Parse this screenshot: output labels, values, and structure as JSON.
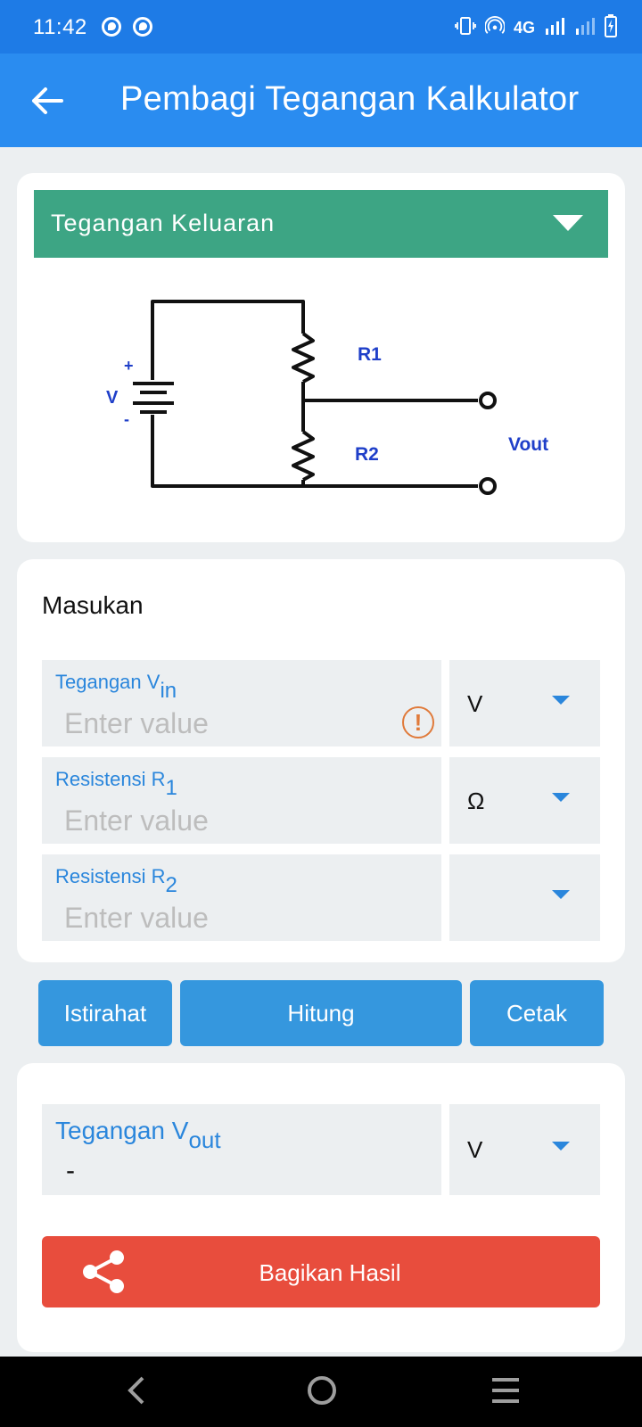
{
  "status_bar": {
    "time": "11:42",
    "network": "4G"
  },
  "app_bar": {
    "title": "Pembagi Tegangan Kalkulator"
  },
  "mode_selector": {
    "label": "Tegangan Keluaran"
  },
  "circuit": {
    "plus": "+",
    "source": "V",
    "minus": "-",
    "r1": "R1",
    "r2": "R2",
    "vout": "Vout"
  },
  "inputs": {
    "title": "Masukan",
    "vin": {
      "label": "Tegangan V",
      "sub": "in",
      "placeholder": "Enter value",
      "unit": "V"
    },
    "r1": {
      "label": "Resistensi R",
      "sub": "1",
      "placeholder": "Enter value",
      "unit": "Ω"
    },
    "r2": {
      "label": "Resistensi R",
      "sub": "2",
      "placeholder": "Enter value",
      "unit": ""
    }
  },
  "actions": {
    "reset": "Istirahat",
    "calculate": "Hitung",
    "print": "Cetak"
  },
  "result": {
    "label": "Tegangan V",
    "sub": "out",
    "value": "-",
    "unit": "V",
    "share": "Bagikan Hasil"
  },
  "colors": {
    "status_bar": "#1E7BE6",
    "app_bar": "#2A8CF0",
    "mode_selector": "#3DA584",
    "button": "#3597DE",
    "share_button": "#E84D3D",
    "label_blue": "#2A86DC",
    "warning": "#E07A3A"
  },
  "icons": {
    "back": "arrow-left-icon",
    "mode_dropdown": "caret-down-icon",
    "warning": "exclamation-circle-icon",
    "share": "share-icon",
    "nav_back": "chevron-left-icon",
    "nav_home": "circle-icon",
    "nav_menu": "hamburger-icon"
  }
}
